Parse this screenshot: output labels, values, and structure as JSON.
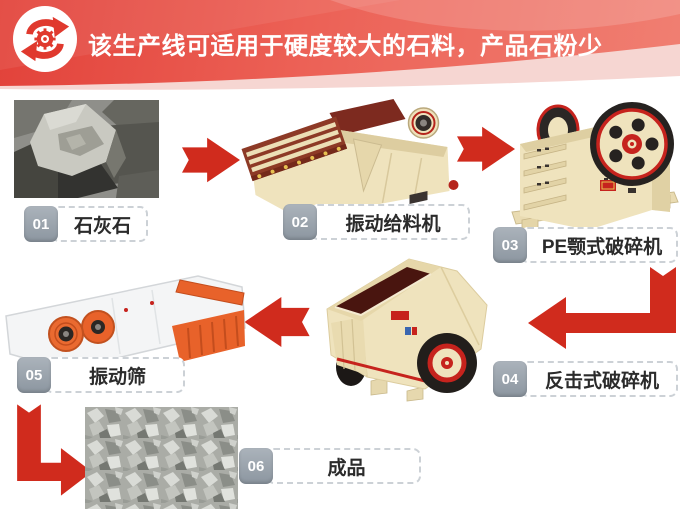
{
  "header": {
    "title": "该生产线可适用于硬度较大的石料，产品石粉少",
    "logo_icon": "recycle-gear-icon",
    "colors": {
      "background_start": "#e2423a",
      "background_end": "#f07f72",
      "wave": "#f6d6d2",
      "text": "#ffffff"
    }
  },
  "flow": {
    "steps": [
      {
        "number": "01",
        "label": "石灰石",
        "image": "limestone-rocks"
      },
      {
        "number": "02",
        "label": "振动给料机",
        "image": "vibrating-feeder"
      },
      {
        "number": "03",
        "label": "PE颚式破碎机",
        "image": "pe-jaw-crusher"
      },
      {
        "number": "04",
        "label": "反击式破碎机",
        "image": "impact-crusher"
      },
      {
        "number": "05",
        "label": "振动筛",
        "image": "vibrating-screen"
      },
      {
        "number": "06",
        "label": "成品",
        "image": "crushed-stone-product"
      }
    ],
    "connections": [
      {
        "from": "01",
        "to": "02",
        "shape": "right"
      },
      {
        "from": "02",
        "to": "03",
        "shape": "right"
      },
      {
        "from": "03",
        "to": "04",
        "shape": "down-left"
      },
      {
        "from": "04",
        "to": "05",
        "shape": "left"
      },
      {
        "from": "05",
        "to": "06",
        "shape": "down-right"
      }
    ],
    "arrow_color": "#d02b1d",
    "badge_color": "#99a2ab"
  }
}
